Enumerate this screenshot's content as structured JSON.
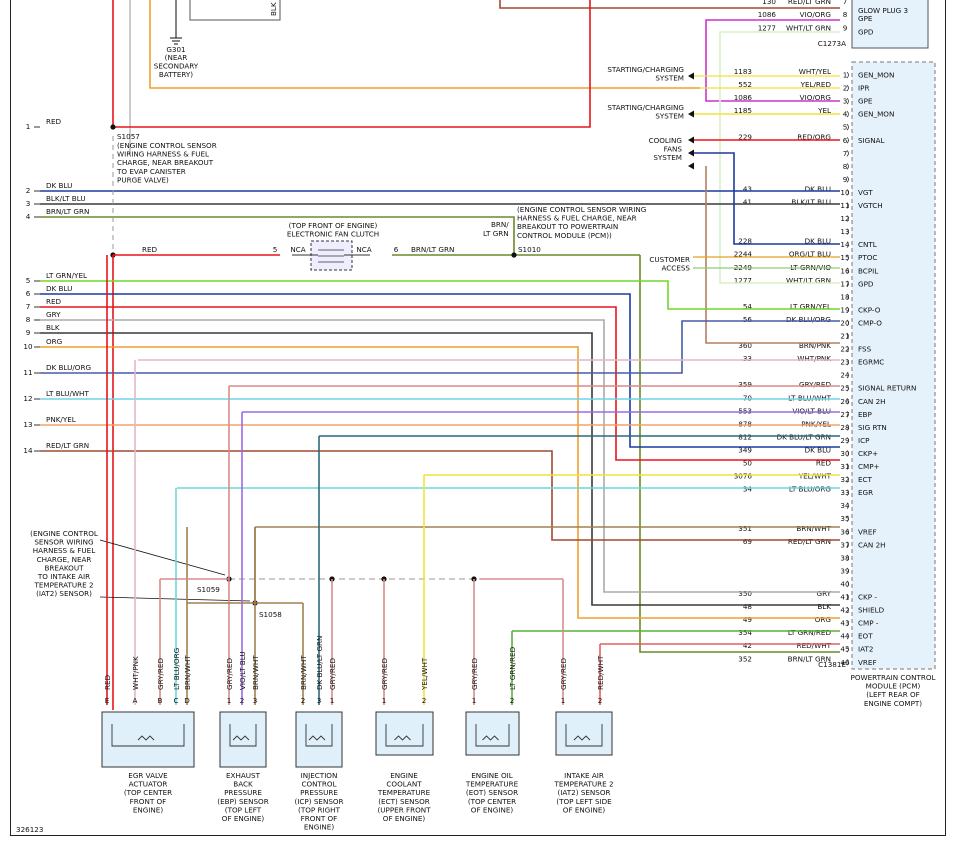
{
  "figure_id": "326123",
  "top": {
    "blk_label": "BLK",
    "ground_id": "G301",
    "ground_desc": [
      "(NEAR",
      "SECONDARY",
      "BATTERY)"
    ],
    "glow_plug": "GLOW PLUG 3",
    "c1273a": "C1273A",
    "c1381e": "C1381E"
  },
  "top_rows": [
    {
      "circ": "130",
      "color": "RED/LT GRN",
      "pin": "7",
      "func": ""
    },
    {
      "circ": "1086",
      "color": "VIO/ORG",
      "pin": "8",
      "func": "GPE"
    },
    {
      "circ": "1277",
      "color": "WHT/LT GRN",
      "pin": "9",
      "func": "GPD"
    }
  ],
  "splices": {
    "s1057_id": "S1057",
    "s1057_desc": [
      "(ENGINE CONTROL SENSOR",
      "WIRING HARNESS & FUEL",
      "CHARGE, NEAR BREAKOUT",
      "TO EVAP CANISTER",
      "PURGE VALVE)"
    ],
    "s1010_id": "S1010",
    "s1010_desc": [
      "(ENGINE CONTROL SENSOR WIRING",
      "HARNESS & FUEL CHARGE, NEAR",
      "BREAKOUT TO POWERTRAIN",
      "CONTROL MODULE (PCM))"
    ],
    "s1059_id": "S1059",
    "s1058_id": "S1058",
    "iat2_desc": [
      "(ENGINE CONTROL",
      "SENSOR WIRING",
      "HARNESS & FUEL",
      "CHARGE, NEAR",
      "BREAKOUT",
      "TO INTAKE AIR",
      "TEMPERATURE 2",
      "(IAT2) SENSOR)"
    ]
  },
  "fan_clutch": {
    "desc": [
      "(TOP FRONT OF ENGINE)",
      "ELECTRONIC FAN CLUTCH"
    ],
    "pin_left": "5",
    "pin_right": "6",
    "nca_left": "NCA",
    "nca_right": "NCA",
    "red": "RED",
    "brn_lt_grn": "BRN/LT GRN",
    "brn": "BRN/",
    "lt_grn": "LT GRN"
  },
  "left_wires": [
    {
      "num": "1",
      "label": "RED"
    },
    {
      "num": "2",
      "label": "DK BLU"
    },
    {
      "num": "3",
      "label": "BLK/LT BLU"
    },
    {
      "num": "4",
      "label": "BRN/LT GRN"
    },
    {
      "num": "5",
      "label": "LT GRN/YEL"
    },
    {
      "num": "6",
      "label": "DK BLU"
    },
    {
      "num": "7",
      "label": "RED"
    },
    {
      "num": "8",
      "label": "GRY"
    },
    {
      "num": "9",
      "label": "BLK"
    },
    {
      "num": "10",
      "label": "ORG"
    },
    {
      "num": "11",
      "label": "DK BLU/ORG"
    },
    {
      "num": "12",
      "label": "LT BLU/WHT"
    },
    {
      "num": "13",
      "label": "PNK/YEL"
    },
    {
      "num": "14",
      "label": "RED/LT GRN"
    }
  ],
  "systems": {
    "starting1": [
      "STARTING/CHARGING",
      "SYSTEM"
    ],
    "starting2": [
      "STARTING/CHARGING",
      "SYSTEM"
    ],
    "cooling": [
      "COOLING",
      "FANS",
      "SYSTEM"
    ],
    "customer": [
      "CUSTOMER",
      "ACCESS"
    ]
  },
  "pcm_rows": [
    {
      "pin": "1",
      "circ": "1183",
      "color": "WHT/YEL",
      "func": "GEN_MON"
    },
    {
      "pin": "2",
      "circ": "552",
      "color": "YEL/RED",
      "func": "IPR"
    },
    {
      "pin": "3",
      "circ": "1086",
      "color": "VIO/ORG",
      "func": "GPE"
    },
    {
      "pin": "4",
      "circ": "1185",
      "color": "YEL",
      "func": "GEN_MON"
    },
    {
      "pin": "5",
      "circ": "",
      "color": "",
      "func": ""
    },
    {
      "pin": "6",
      "circ": "229",
      "color": "RED/ORG",
      "func": "SIGNAL"
    },
    {
      "pin": "7",
      "circ": "",
      "color": "",
      "func": ""
    },
    {
      "pin": "8",
      "circ": "",
      "color": "",
      "func": ""
    },
    {
      "pin": "9",
      "circ": "",
      "color": "",
      "func": ""
    },
    {
      "pin": "10",
      "circ": "43",
      "color": "DK BLU",
      "func": "VGT"
    },
    {
      "pin": "11",
      "circ": "41",
      "color": "BLK/LT BLU",
      "func": "VGTCH"
    },
    {
      "pin": "12",
      "circ": "",
      "color": "",
      "func": ""
    },
    {
      "pin": "13",
      "circ": "",
      "color": "",
      "func": ""
    },
    {
      "pin": "14",
      "circ": "228",
      "color": "DK BLU",
      "func": "CNTL"
    },
    {
      "pin": "15",
      "circ": "2244",
      "color": "ORG/LT BLU",
      "func": "PTOC"
    },
    {
      "pin": "16",
      "circ": "2249",
      "color": "LT GRN/VIO",
      "func": "BCPIL"
    },
    {
      "pin": "17",
      "circ": "1277",
      "color": "WHT/LT GRN",
      "func": "GPD"
    },
    {
      "pin": "18",
      "circ": "",
      "color": "",
      "func": ""
    },
    {
      "pin": "19",
      "circ": "54",
      "color": "LT GRN/YEL",
      "func": "CKP-O"
    },
    {
      "pin": "20",
      "circ": "56",
      "color": "DK BLU/ORG",
      "func": "CMP-O"
    },
    {
      "pin": "21",
      "circ": "",
      "color": "",
      "func": ""
    },
    {
      "pin": "22",
      "circ": "360",
      "color": "BRN/PNK",
      "func": "FSS"
    },
    {
      "pin": "23",
      "circ": "33",
      "color": "WHT/PNK",
      "func": "EGRMC"
    },
    {
      "pin": "24",
      "circ": "",
      "color": "",
      "func": ""
    },
    {
      "pin": "25",
      "circ": "359",
      "color": "GRY/RED",
      "func": "SIGNAL RETURN"
    },
    {
      "pin": "26",
      "circ": "70",
      "color": "LT BLU/WHT",
      "func": "CAN 2H"
    },
    {
      "pin": "27",
      "circ": "553",
      "color": "VIO/LT BLU",
      "func": "EBP"
    },
    {
      "pin": "28",
      "circ": "878",
      "color": "PNK/YEL",
      "func": "SIG RTN"
    },
    {
      "pin": "29",
      "circ": "812",
      "color": "DK BLU/LT GRN",
      "func": "ICP"
    },
    {
      "pin": "30",
      "circ": "349",
      "color": "DK BLU",
      "func": "CKP+"
    },
    {
      "pin": "31",
      "circ": "50",
      "color": "RED",
      "func": "CMP+"
    },
    {
      "pin": "32",
      "circ": "3076",
      "color": "YEL/WHT",
      "func": "ECT"
    },
    {
      "pin": "33",
      "circ": "34",
      "color": "LT BLU/ORG",
      "func": "EGR"
    },
    {
      "pin": "34",
      "circ": "",
      "color": "",
      "func": ""
    },
    {
      "pin": "35",
      "circ": "",
      "color": "",
      "func": ""
    },
    {
      "pin": "36",
      "circ": "351",
      "color": "BRN/WHT",
      "func": "VREF"
    },
    {
      "pin": "37",
      "circ": "69",
      "color": "RED/LT GRN",
      "func": "CAN 2H"
    },
    {
      "pin": "38",
      "circ": "",
      "color": "",
      "func": ""
    },
    {
      "pin": "39",
      "circ": "",
      "color": "",
      "func": ""
    },
    {
      "pin": "40",
      "circ": "",
      "color": "",
      "func": ""
    },
    {
      "pin": "41",
      "circ": "350",
      "color": "GRY",
      "func": "CKP -"
    },
    {
      "pin": "42",
      "circ": "48",
      "color": "BLK",
      "func": "SHIELD"
    },
    {
      "pin": "43",
      "circ": "49",
      "color": "ORG",
      "func": "CMP -"
    },
    {
      "pin": "44",
      "circ": "354",
      "color": "LT GRN/RED",
      "func": "EOT"
    },
    {
      "pin": "45",
      "circ": "42",
      "color": "RED/WHT",
      "func": "IAT2"
    },
    {
      "pin": "46",
      "circ": "352",
      "color": "BRN/LT GRN",
      "func": "VREF"
    }
  ],
  "pcm_label": [
    "POWERTRAIN CONTROL",
    "MODULE (PCM)",
    "(LEFT REAR OF",
    "ENGINE COMPT)"
  ],
  "sensors": [
    {
      "wires": [
        "RED",
        "WHT/PNK",
        "GRY/RED",
        "LT BLU/ORG",
        "BRN/WHT"
      ],
      "pins": [
        "E",
        "A",
        "B",
        "C",
        "D"
      ],
      "name": [
        "EGR VALVE",
        "ACTUATOR",
        "(TOP CENTER",
        "FRONT OF",
        "ENGINE)"
      ]
    },
    {
      "wires": [
        "GRY/RED",
        "VIO/LT BLU",
        "BRN/WHT"
      ],
      "pins": [
        "1",
        "2",
        "3"
      ],
      "name": [
        "EXHAUST",
        "BACK",
        "PRESSURE",
        "(EBP) SENSOR",
        "(TOP LEFT",
        "OF ENGINE)"
      ]
    },
    {
      "wires": [
        "BRN/WHT",
        "DK BLU/LT GRN",
        "GRY/RED"
      ],
      "pins": [
        "2",
        "3",
        "1"
      ],
      "name": [
        "INJECTION",
        "CONTROL",
        "PRESSURE",
        "(ICP) SENSOR",
        "(TOP RIGHT",
        "FRONT OF",
        "ENGINE)"
      ]
    },
    {
      "wires": [
        "GRY/RED",
        "YEL/WHT"
      ],
      "pins": [
        "1",
        "2"
      ],
      "name": [
        "ENGINE",
        "COOLANT",
        "TEMPERATURE",
        "(ECT) SENSOR",
        "(UPPER FRONT",
        "OF ENGINE)"
      ]
    },
    {
      "wires": [
        "GRY/RED",
        "LT GRN/RED"
      ],
      "pins": [
        "1",
        "2"
      ],
      "name": [
        "ENGINE OIL",
        "TEMPERATURE",
        "(EOT) SENSOR",
        "(TOP CENTER",
        "OF ENGINE)"
      ]
    },
    {
      "wires": [
        "GRY/RED",
        "RED/WHT"
      ],
      "pins": [
        "1",
        "2"
      ],
      "name": [
        "INTAKE AIR",
        "TEMPERATURE 2",
        "(IAT2) SENSOR",
        "(TOP LEFT SIDE",
        "OF ENGINE)"
      ]
    }
  ],
  "wire_colors": {
    "red": "#e8141b",
    "dkblu": "#1d3aa0",
    "blk": "#3a3a3a",
    "brngrn": "#6a8a2a",
    "ltgrnyel": "#74d62a",
    "gry": "#aaaaaa",
    "org": "#f0a030",
    "dkbluorg": "#4a5aa8",
    "ltbluwht": "#6fd4e8",
    "pnkyel": "#f4a06a",
    "redltgrn": "#a04a30",
    "yel": "#f2e23a",
    "vio": "#cc33cc",
    "wht": "#d8f0c8",
    "grnvio": "#8ad070",
    "brnpnk": "#b08060",
    "whtpnk": "#e0b8c8",
    "gryred": "#d88c8c",
    "violtblu": "#9a6ae8",
    "dkblultgrn": "#2a6a7a",
    "ltbluorg": "#6ad8d8",
    "brnwht": "#a08050",
    "ltgrnred": "#5ab03a",
    "redwht": "#e06060",
    "frame": "#222222",
    "sensor_fill": "#dff0fb",
    "pcm_fill": "#e6f2fb"
  }
}
